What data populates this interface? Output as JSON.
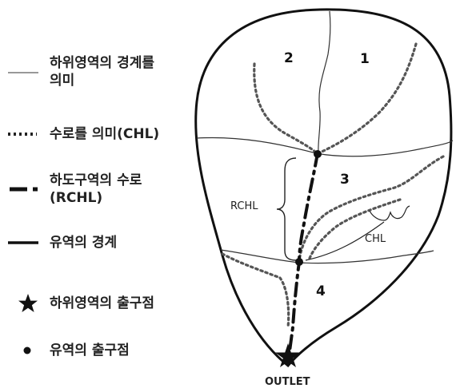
{
  "legend": {
    "subbasin_boundary": "하위영역의 경계를\n의미",
    "channel": "수로를 의미(CHL)",
    "reach_channel": "하도구역의 수로\n(RCHL)",
    "watershed_boundary": "유역의 경계",
    "subbasin_outlet": "하위영역의 출구점",
    "watershed_outlet": "유역의 출구점"
  },
  "diagram": {
    "subbasin_1": "1",
    "subbasin_2": "2",
    "subbasin_3": "3",
    "subbasin_4": "4",
    "rchl_label": "RCHL",
    "chl_label": "CHL",
    "outlet_label": "OUTLET"
  },
  "colors": {
    "line": "#1a1a1a",
    "thin_line": "#333333",
    "dotted": "#555555"
  }
}
